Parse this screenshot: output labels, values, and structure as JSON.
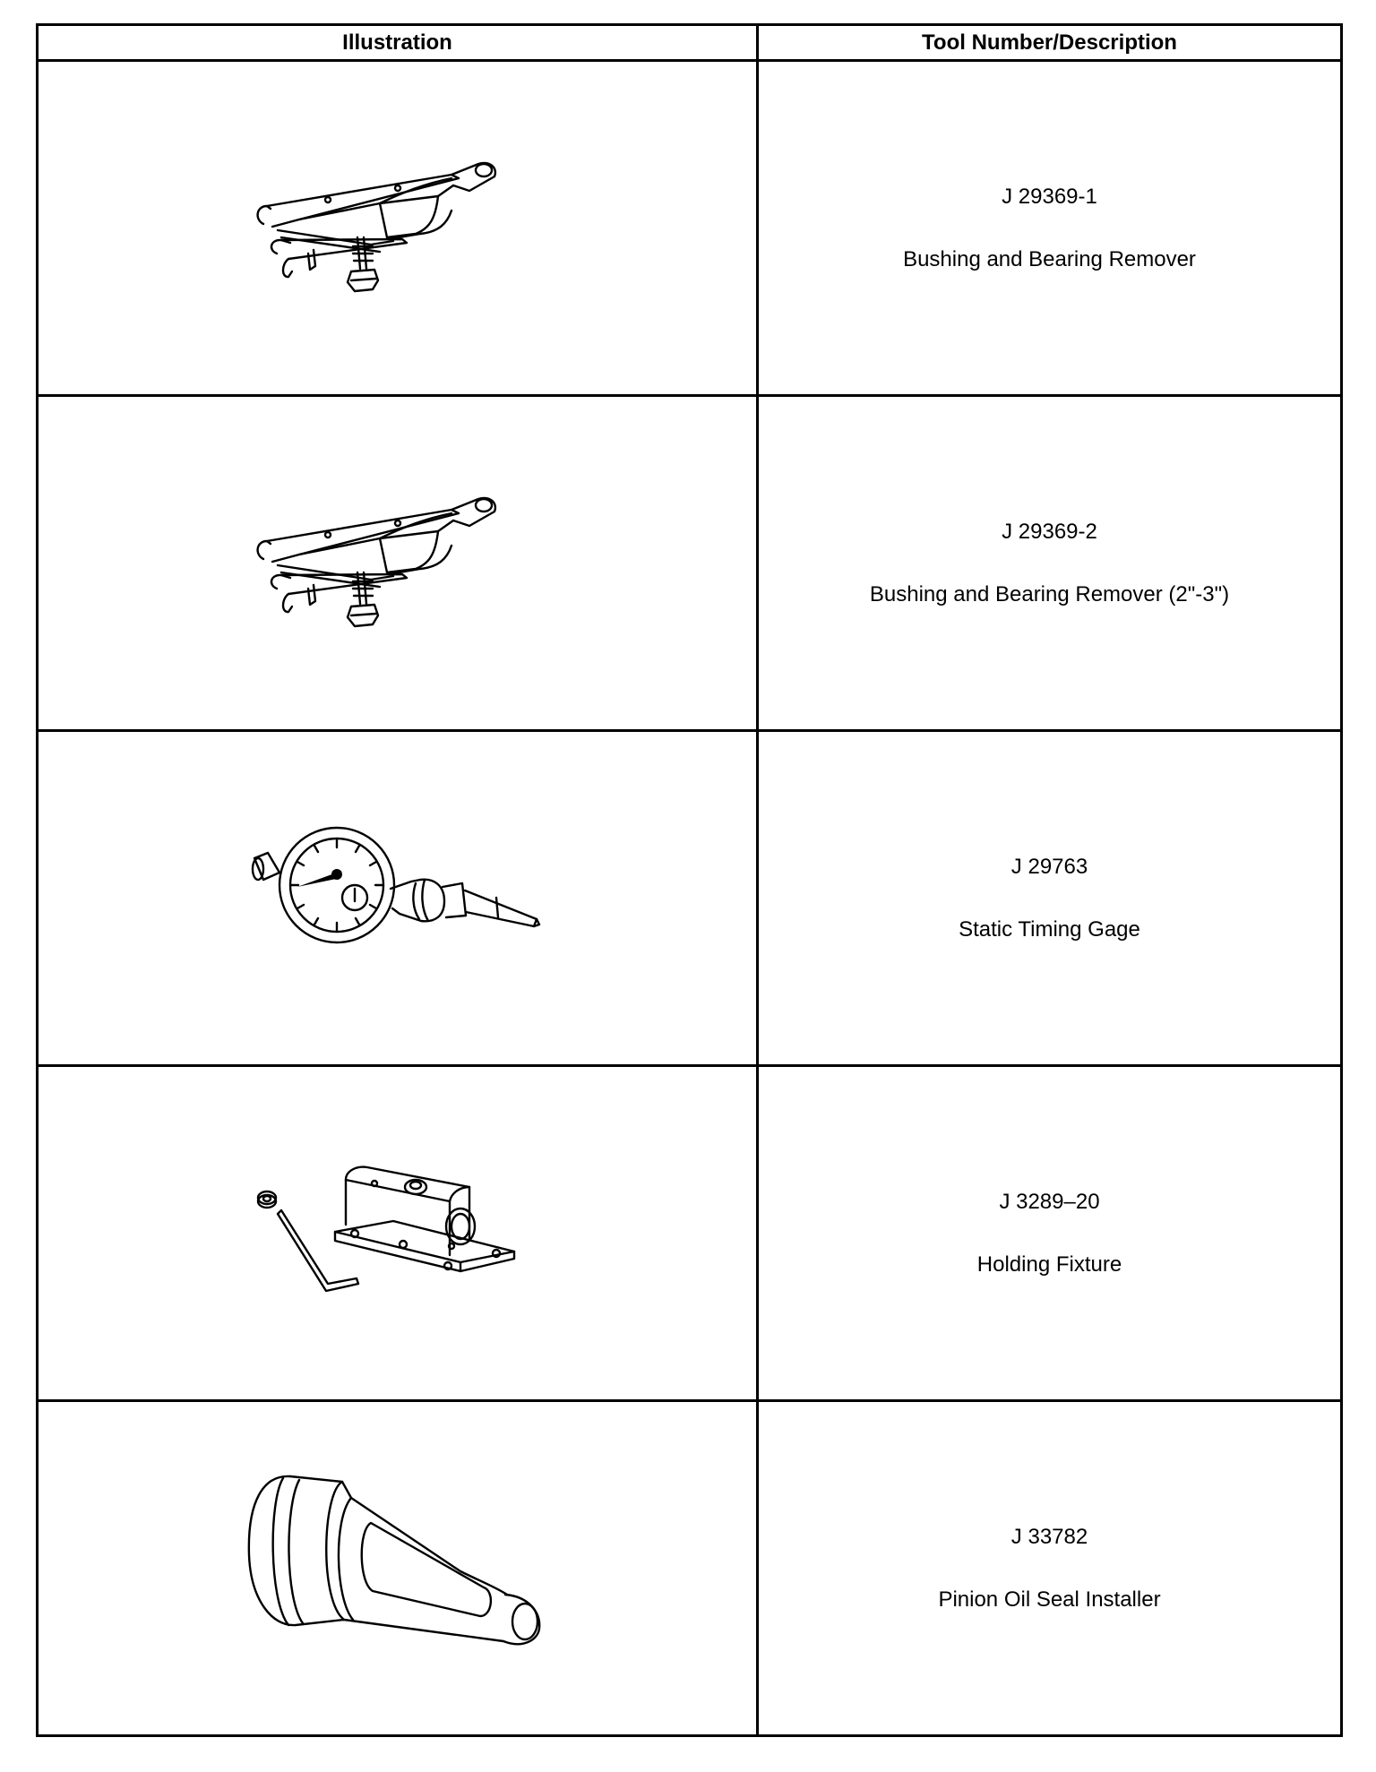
{
  "table": {
    "headers": {
      "illustration": "Illustration",
      "tool": "Tool Number/Description"
    },
    "rows": [
      {
        "number": "J 29369-1",
        "description": "Bushing and Bearing Remover",
        "icon": "bushing-bearing-remover-icon"
      },
      {
        "number": "J 29369-2",
        "description": "Bushing and Bearing Remover (2\"-3\")",
        "icon": "bushing-bearing-remover-icon"
      },
      {
        "number": "J 29763",
        "description": "Static Timing Gage",
        "icon": "static-timing-gage-icon"
      },
      {
        "number": "J 3289–20",
        "description": "Holding Fixture",
        "icon": "holding-fixture-icon"
      },
      {
        "number": "J 33782",
        "description": "Pinion Oil Seal Installer",
        "icon": "pinion-oil-seal-installer-icon"
      }
    ]
  }
}
